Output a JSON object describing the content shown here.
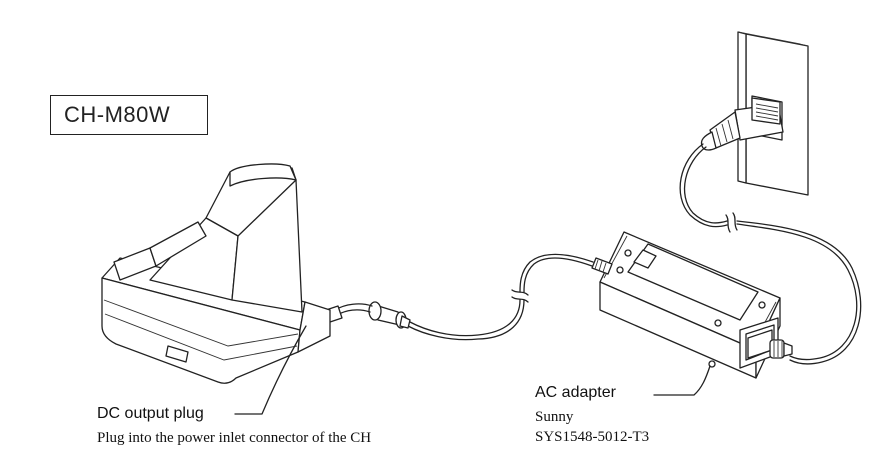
{
  "diagram": {
    "model_label": "CH-M80W",
    "dc_plug": {
      "title": "DC output plug",
      "description": "Plug into the power inlet connector of the CH"
    },
    "ac_adapter": {
      "title": "AC adapter",
      "maker": "Sunny",
      "model": "SYS1548-5012-T3"
    }
  }
}
